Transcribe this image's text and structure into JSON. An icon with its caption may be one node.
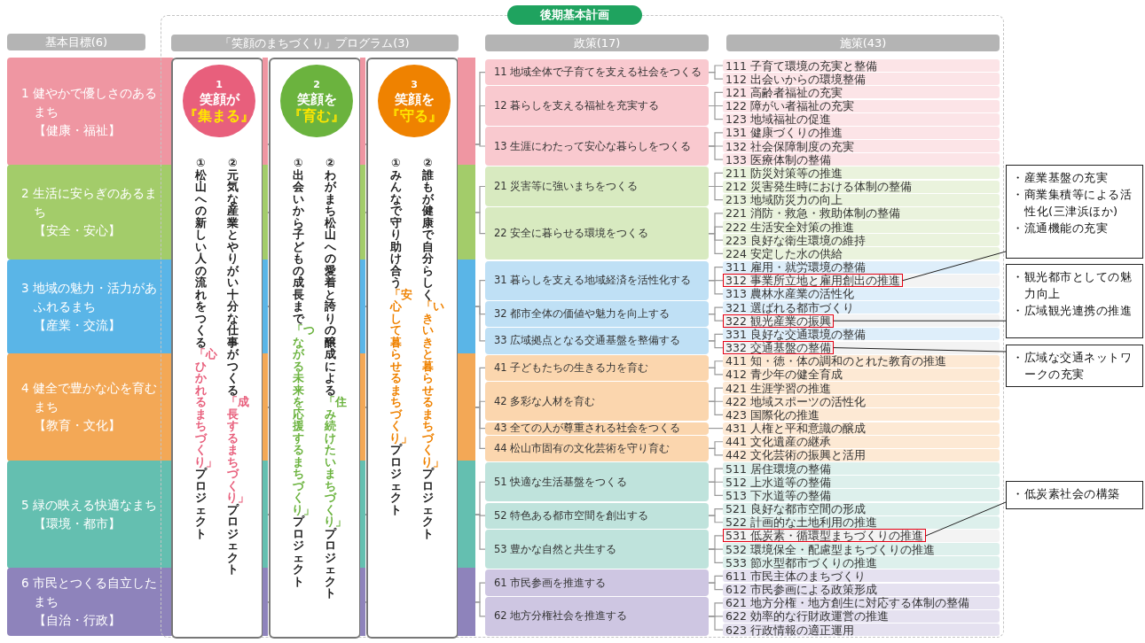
{
  "diagram": {
    "nodes": [
      {
        "text": [
          "後期基本計画"
        ]
      },
      {
        "text": [
          "基本目標(6)"
        ]
      },
      {
        "text": [
          "「笑顔のまちづくり」プログラム(3)"
        ],
        "in": 0
      },
      {
        "text": [
          "政策(17)"
        ],
        "in": 0
      },
      {
        "text": [
          "施策(43)"
        ],
        "in": 0
      },
      {
        "text": [
          "1 健やかで優しさのあるまち",
          "【健康・福祉】"
        ]
      },
      {
        "text": [
          "2 生活に安らぎのあるまち",
          "【安全・安心】"
        ]
      },
      {
        "text": [
          "3 地域の魅力・活力があふれるまち",
          "【産業・交流】"
        ]
      },
      {
        "text": [
          "4 健全で豊かな心を育むまち",
          "【教育・文化】"
        ]
      },
      {
        "text": [
          "5 緑の映える快適なまち",
          "【環境・都市】"
        ]
      },
      {
        "text": [
          "6 市民とつくる自立したまち",
          "【自治・行政】"
        ]
      },
      {
        "text": [
          "①松山への新しい人の流れをつくる**「心ひかれるまちづくり」**プロジェクト",
          "②元気な産業とやりがい十分な仕事がつくる**「成長するまちづくり」**プロジェクト"
        ],
        "in": 0
      },
      {
        "text": [
          "1",
          "笑顔が",
          "『集まる』"
        ],
        "in": 11
      },
      {
        "text": [
          "①出会いから子どもの成長まで**「つながる未来を応援するまちづくり」**プロジェクト",
          "②わがまち松山への愛着と誇りの醸成による**「住み続けたいまちづくり」**プロジェクト"
        ],
        "in": 0
      },
      {
        "text": [
          "2",
          "笑顔を",
          "『育む』"
        ],
        "in": 13
      },
      {
        "text": [
          "①みんなで守り助け合う**「安心して暮らせるまちづくり」**プロジェクト",
          "②誰もが健康で自分らしく**「いきいきと暮らせるまちづくり」**プロジェクト"
        ],
        "in": 0
      },
      {
        "text": [
          "3",
          "笑顔を",
          "『守る』"
        ],
        "in": 15
      },
      {
        "text": [
          "11 地域全体で子育てを支える社会をつくる"
        ],
        "in": 0
      },
      {
        "text": [
          "12 暮らしを支える福祉を充実する"
        ],
        "in": 0
      },
      {
        "text": [
          "13 生涯にわたって安心な暮らしをつくる"
        ],
        "in": 0
      },
      {
        "text": [
          "21 災害等に強いまちをつくる"
        ],
        "in": 0
      },
      {
        "text": [
          "22 安全に暮らせる環境をつくる"
        ],
        "in": 0
      },
      {
        "text": [
          "31 暮らしを支える地域経済を活性化する"
        ],
        "in": 0
      },
      {
        "text": [
          "32 都市全体の価値や魅力を向上する"
        ],
        "in": 0
      },
      {
        "text": [
          "33 広域拠点となる交通基盤を整備する"
        ],
        "in": 0
      },
      {
        "text": [
          "41 子どもたちの生きる力を育む"
        ],
        "in": 0
      },
      {
        "text": [
          "42 多彩な人材を育む"
        ],
        "in": 0
      },
      {
        "text": [
          "43 全ての人が尊重される社会をつくる"
        ],
        "in": 0
      },
      {
        "text": [
          "44 松山市固有の文化芸術を守り育む"
        ],
        "in": 0
      },
      {
        "text": [
          "51 快適な生活基盤をつくる"
        ],
        "in": 0
      },
      {
        "text": [
          "52 特色ある都市空間を創出する"
        ],
        "in": 0
      },
      {
        "text": [
          "53 豊かな自然と共生する"
        ],
        "in": 0
      },
      {
        "text": [
          "61 市民参画を推進する"
        ],
        "in": 0
      },
      {
        "text": [
          "62 地方分権社会を推進する"
        ],
        "in": 0
      },
      {
        "text": [
          "111 子育て環境の充実と整備"
        ],
        "in": 0
      },
      {
        "text": [
          "112 出会いからの環境整備"
        ],
        "in": 0
      },
      {
        "text": [
          "121 高齢者福祉の充実"
        ],
        "in": 0
      },
      {
        "text": [
          "122 障がい者福祉の充実"
        ],
        "in": 0
      },
      {
        "text": [
          "123 地域福祉の促進"
        ],
        "in": 0
      },
      {
        "text": [
          "131 健康づくりの推進"
        ],
        "in": 0
      },
      {
        "text": [
          "132 社会保障制度の充実"
        ],
        "in": 0
      },
      {
        "text": [
          "133 医療体制の整備"
        ],
        "in": 0
      },
      {
        "text": [
          "211 防災対策等の推進"
        ],
        "in": 0
      },
      {
        "text": [
          "212 災害発生時における体制の整備"
        ],
        "in": 0
      },
      {
        "text": [
          "213 地域防災力の向上"
        ],
        "in": 0
      },
      {
        "text": [
          "221 消防・救急・救助体制の整備"
        ],
        "in": 0
      },
      {
        "text": [
          "222 生活安全対策の推進"
        ],
        "in": 0
      },
      {
        "text": [
          "223 良好な衛生環境の維持"
        ],
        "in": 0
      },
      {
        "text": [
          "224 安定した水の供給"
        ],
        "in": 0
      },
      {
        "text": [
          "311 雇用・就労環境の整備"
        ],
        "in": 0
      },
      {
        "text": [
          "312 事業所立地と雇用創出の推進"
        ],
        "in": 0
      },
      {
        "text": [
          "313 農林水産業の活性化"
        ],
        "in": 0
      },
      {
        "text": [
          "321 選ばれる都市づくり"
        ],
        "in": 0
      },
      {
        "text": [
          "322 観光産業の振興"
        ],
        "in": 0
      },
      {
        "text": [
          "331 良好な交通環境の整備"
        ],
        "in": 0
      },
      {
        "text": [
          "332 交通基盤の整備"
        ],
        "in": 0
      },
      {
        "text": [
          "411 知・徳・体の調和のとれた教育の推進"
        ],
        "in": 0
      },
      {
        "text": [
          "412 青少年の健全育成"
        ],
        "in": 0
      },
      {
        "text": [
          "421 生涯学習の推進"
        ],
        "in": 0
      },
      {
        "text": [
          "422 地域スポーツの活性化"
        ],
        "in": 0
      },
      {
        "text": [
          "423 国際化の推進"
        ],
        "in": 0
      },
      {
        "text": [
          "431 人権と平和意識の醸成"
        ],
        "in": 0
      },
      {
        "text": [
          "441 文化遺産の継承"
        ],
        "in": 0
      },
      {
        "text": [
          "442 文化芸術の振興と活用"
        ],
        "in": 0
      },
      {
        "text": [
          "511 居住環境の整備"
        ],
        "in": 0
      },
      {
        "text": [
          "512 上水道等の整備"
        ],
        "in": 0
      },
      {
        "text": [
          "513 下水道等の整備"
        ],
        "in": 0
      },
      {
        "text": [
          "521 良好な都市空間の形成"
        ],
        "in": 0
      },
      {
        "text": [
          "522 計画的な土地利用の推進"
        ],
        "in": 0
      },
      {
        "text": [
          "531 低炭素・循環型まちづくりの推進"
        ],
        "in": 0
      },
      {
        "text": [
          "532 環境保全・配慮型まちづくりの推進"
        ],
        "in": 0
      },
      {
        "text": [
          "533 節水型都市づくりの推進"
        ],
        "in": 0
      },
      {
        "text": [
          "611 市民主体のまちづくり"
        ],
        "in": 0
      },
      {
        "text": [
          "612 市民参画による政策形成"
        ],
        "in": 0
      },
      {
        "text": [
          "621 地方分権・地方創生に対応する体制の整備"
        ],
        "in": 0
      },
      {
        "text": [
          "622 効率的な行財政運営の推進"
        ],
        "in": 0
      },
      {
        "text": [
          "623 行政情報の適正運用"
        ],
        "in": 0
      },
      {
        "text": [
          "・産業基盤の充実",
          "・商業集積等による活性化(三津浜ほか)",
          "・流通機能の充実"
        ]
      },
      {
        "text": [
          "・観光都市としての魅力向上",
          "・広域観光連携の推進"
        ]
      },
      {
        "text": [
          "・広域な交通ネットワークの充実"
        ]
      },
      {
        "text": [
          "・低炭素社会の構築"
        ]
      }
    ],
    "edges": [
      {
        "from": 5,
        "to": 17,
        "arrow": "none"
      },
      {
        "from": 5,
        "to": 18,
        "arrow": "none"
      },
      {
        "from": 5,
        "to": 19,
        "arrow": "none"
      },
      {
        "from": 6,
        "to": 20,
        "arrow": "none"
      },
      {
        "from": 6,
        "to": 21,
        "arrow": "none"
      },
      {
        "from": 7,
        "to": 22,
        "arrow": "none"
      },
      {
        "from": 7,
        "to": 23,
        "arrow": "none"
      },
      {
        "from": 7,
        "to": 24,
        "arrow": "none"
      },
      {
        "from": 8,
        "to": 25,
        "arrow": "none"
      },
      {
        "from": 8,
        "to": 26,
        "arrow": "none"
      },
      {
        "from": 8,
        "to": 27,
        "arrow": "none"
      },
      {
        "from": 8,
        "to": 28,
        "arrow": "none"
      },
      {
        "from": 9,
        "to": 29,
        "arrow": "none"
      },
      {
        "from": 9,
        "to": 30,
        "arrow": "none"
      },
      {
        "from": 9,
        "to": 31,
        "arrow": "none"
      },
      {
        "from": 10,
        "to": 32,
        "arrow": "none"
      },
      {
        "from": 10,
        "to": 33,
        "arrow": "none"
      },
      {
        "from": 17,
        "to": 34,
        "arrow": "none"
      },
      {
        "from": 17,
        "to": 35,
        "arrow": "none"
      },
      {
        "from": 18,
        "to": 36,
        "arrow": "none"
      },
      {
        "from": 18,
        "to": 37,
        "arrow": "none"
      },
      {
        "from": 18,
        "to": 38,
        "arrow": "none"
      },
      {
        "from": 19,
        "to": 39,
        "arrow": "none"
      },
      {
        "from": 19,
        "to": 40,
        "arrow": "none"
      },
      {
        "from": 19,
        "to": 41,
        "arrow": "none"
      },
      {
        "from": 20,
        "to": 42,
        "arrow": "none"
      },
      {
        "from": 20,
        "to": 43,
        "arrow": "none"
      },
      {
        "from": 20,
        "to": 44,
        "arrow": "none"
      },
      {
        "from": 21,
        "to": 45,
        "arrow": "none"
      },
      {
        "from": 21,
        "to": 46,
        "arrow": "none"
      },
      {
        "from": 21,
        "to": 47,
        "arrow": "none"
      },
      {
        "from": 21,
        "to": 48,
        "arrow": "none"
      },
      {
        "from": 22,
        "to": 49,
        "arrow": "none"
      },
      {
        "from": 22,
        "to": 50,
        "arrow": "none"
      },
      {
        "from": 22,
        "to": 51,
        "arrow": "none"
      },
      {
        "from": 23,
        "to": 52,
        "arrow": "none"
      },
      {
        "from": 23,
        "to": 53,
        "arrow": "none"
      },
      {
        "from": 24,
        "to": 54,
        "arrow": "none"
      },
      {
        "from": 24,
        "to": 55,
        "arrow": "none"
      },
      {
        "from": 25,
        "to": 56,
        "arrow": "none"
      },
      {
        "from": 25,
        "to": 57,
        "arrow": "none"
      },
      {
        "from": 26,
        "to": 58,
        "arrow": "none"
      },
      {
        "from": 26,
        "to": 59,
        "arrow": "none"
      },
      {
        "from": 26,
        "to": 60,
        "arrow": "none"
      },
      {
        "from": 27,
        "to": 61,
        "arrow": "none"
      },
      {
        "from": 28,
        "to": 62,
        "arrow": "none"
      },
      {
        "from": 28,
        "to": 63,
        "arrow": "none"
      },
      {
        "from": 29,
        "to": 64,
        "arrow": "none"
      },
      {
        "from": 29,
        "to": 65,
        "arrow": "none"
      },
      {
        "from": 29,
        "to": 66,
        "arrow": "none"
      },
      {
        "from": 30,
        "to": 67,
        "arrow": "none"
      },
      {
        "from": 30,
        "to": 68,
        "arrow": "none"
      },
      {
        "from": 31,
        "to": 69,
        "arrow": "none"
      },
      {
        "from": 31,
        "to": 70,
        "arrow": "none"
      },
      {
        "from": 31,
        "to": 71,
        "arrow": "none"
      },
      {
        "from": 32,
        "to": 72,
        "arrow": "none"
      },
      {
        "from": 32,
        "to": 73,
        "arrow": "none"
      },
      {
        "from": 33,
        "to": 74,
        "arrow": "none"
      },
      {
        "from": 33,
        "to": 75,
        "arrow": "none"
      },
      {
        "from": 33,
        "to": 76,
        "arrow": "none"
      },
      {
        "from": 77,
        "to": 50,
        "arrow": "none",
        "color": "#222222"
      },
      {
        "from": 78,
        "to": 53,
        "arrow": "none",
        "color": "#222222"
      },
      {
        "from": 79,
        "to": 55,
        "arrow": "none",
        "color": "#222222"
      },
      {
        "from": 80,
        "to": 69,
        "arrow": "none",
        "color": "#222222"
      }
    ]
  }
}
